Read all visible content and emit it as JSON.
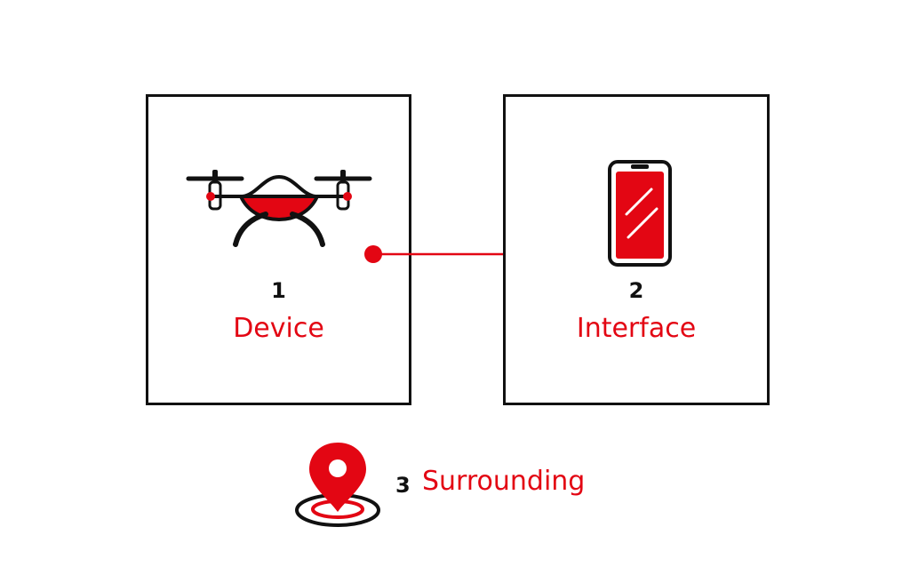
{
  "colors": {
    "accent": "#e30613",
    "stroke": "#111111",
    "background": "#ffffff"
  },
  "nodes": [
    {
      "number": "1",
      "label": "Device",
      "icon": "drone-icon"
    },
    {
      "number": "2",
      "label": "Interface",
      "icon": "smartphone-icon"
    }
  ],
  "surrounding": {
    "number": "3",
    "label": "Surrounding",
    "icon": "location-pin-icon"
  },
  "connection": {
    "from": "Device",
    "to": "Interface"
  }
}
